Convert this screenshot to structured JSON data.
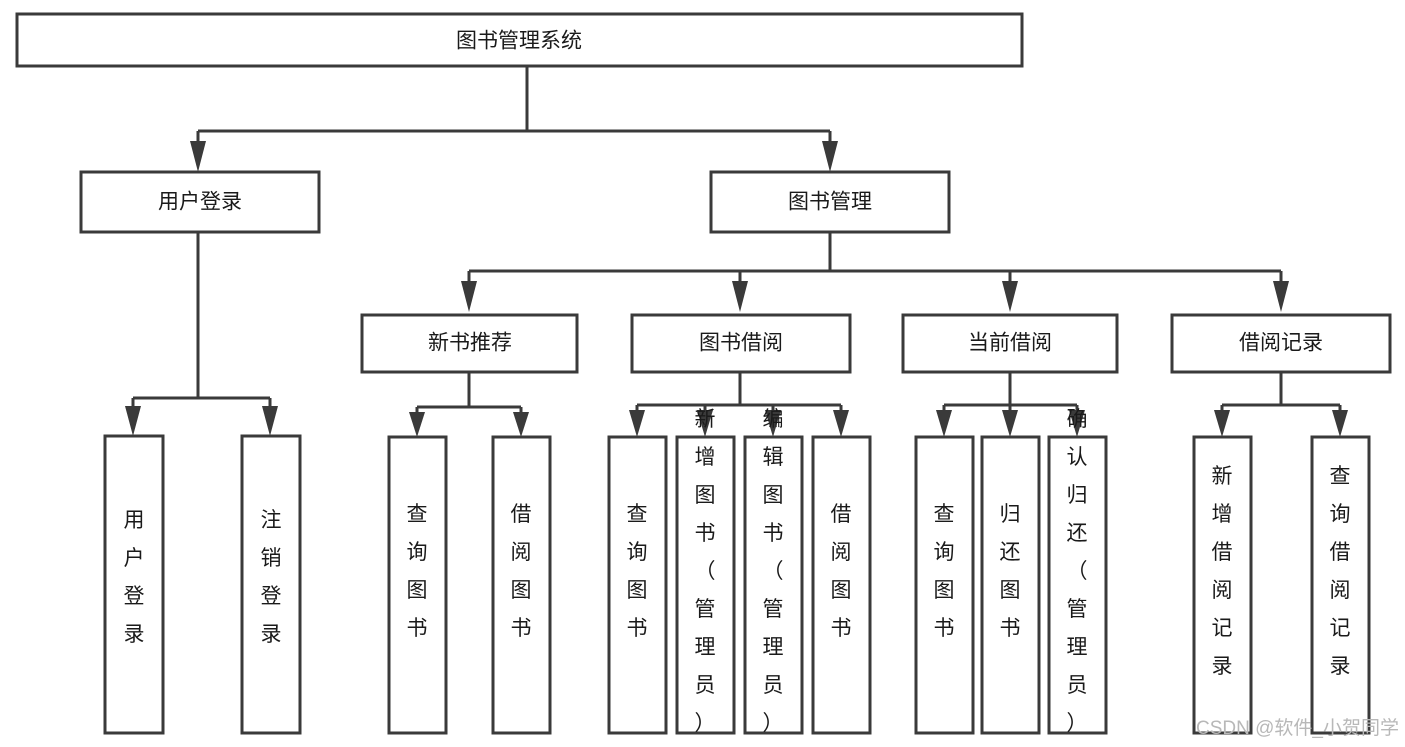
{
  "diagram": {
    "title": "图书管理系统",
    "type": "hierarchy-tree",
    "background_color": "#ffffff",
    "line_color": "#3a3a3a",
    "text_color": "#1a1a1a",
    "root": {
      "label": "图书管理系统",
      "id": "root"
    },
    "level2": [
      {
        "id": "user-login",
        "label": "用户登录"
      },
      {
        "id": "book-management",
        "label": "图书管理"
      }
    ],
    "level3": [
      {
        "id": "new-book-recommend",
        "label": "新书推荐",
        "parent": "book-management"
      },
      {
        "id": "book-borrow",
        "label": "图书借阅",
        "parent": "book-management"
      },
      {
        "id": "current-borrow",
        "label": "当前借阅",
        "parent": "book-management"
      },
      {
        "id": "borrow-record",
        "label": "借阅记录",
        "parent": "book-management"
      }
    ],
    "leaves": {
      "user-login": [
        {
          "id": "leaf-user-login",
          "label": "用户登录"
        },
        {
          "id": "leaf-user-logout",
          "label": "注销登录"
        }
      ],
      "new-book-recommend": [
        {
          "id": "leaf-query-book-1",
          "label": "查询图书"
        },
        {
          "id": "leaf-borrow-book-1",
          "label": "借阅图书"
        }
      ],
      "book-borrow": [
        {
          "id": "leaf-query-book-2",
          "label": "查询图书"
        },
        {
          "id": "leaf-add-book",
          "label": "新增图书（管理员）"
        },
        {
          "id": "leaf-edit-book",
          "label": "编辑图书（管理员）"
        },
        {
          "id": "leaf-borrow-book-2",
          "label": "借阅图书"
        }
      ],
      "current-borrow": [
        {
          "id": "leaf-query-book-3",
          "label": "查询图书"
        },
        {
          "id": "leaf-return-book",
          "label": "归还图书"
        },
        {
          "id": "leaf-confirm-return",
          "label": "确认归还（管理员）"
        }
      ],
      "borrow-record": [
        {
          "id": "leaf-add-record",
          "label": "新增借阅记录"
        },
        {
          "id": "leaf-query-record",
          "label": "查询借阅记录"
        }
      ]
    }
  },
  "watermark": {
    "text": "CSDN @软件_小贺同学"
  }
}
